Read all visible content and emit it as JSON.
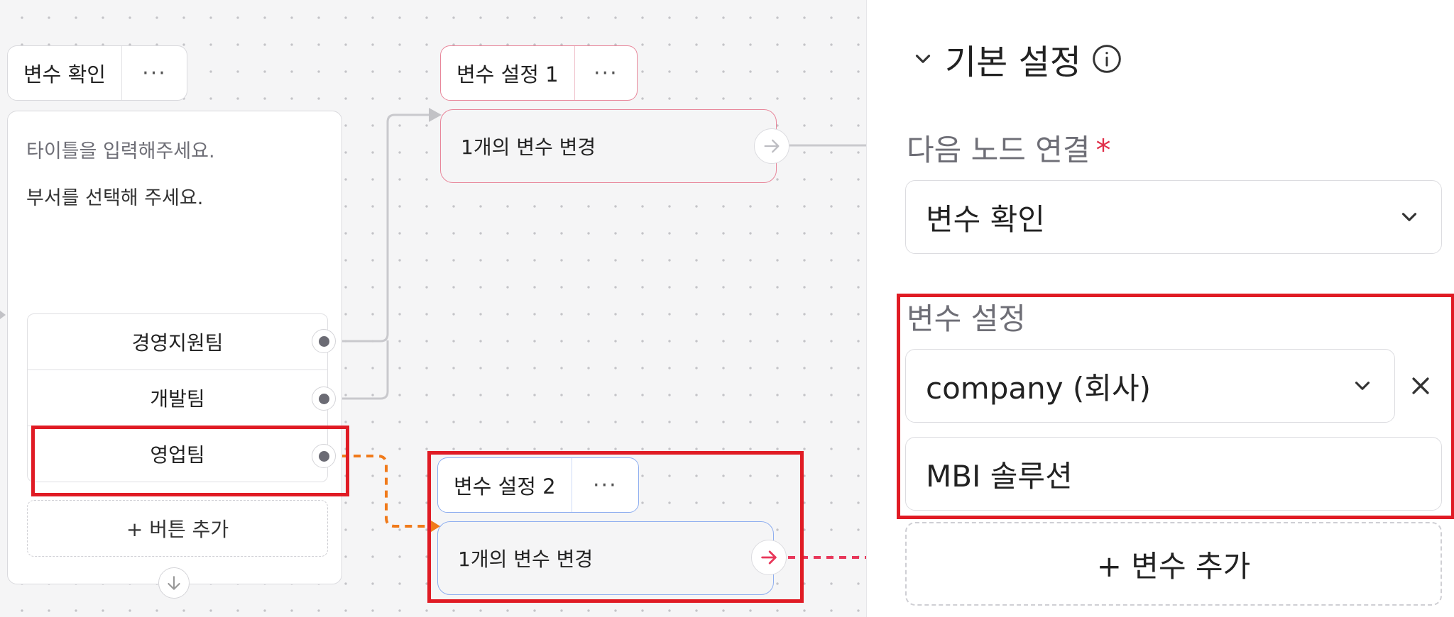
{
  "canvas": {
    "check_node": {
      "tab_label": "변수 확인",
      "more_label": "···",
      "prompt_title": "타이틀을 입력해주세요.",
      "prompt_dept": "부서를 선택해 주세요.",
      "options": [
        "경영지원팀",
        "개발팀",
        "영업팀"
      ],
      "add_button": "+ 버튼 추가"
    },
    "var_node_1": {
      "tab_label": "변수 설정 1",
      "more_label": "···",
      "body": "1개의 변수 변경"
    },
    "var_node_2": {
      "tab_label": "변수 설정 2",
      "more_label": "···",
      "body": "1개의 변수 변경"
    }
  },
  "panel": {
    "section_title": "기본 설정",
    "next_node_label": "다음 노드 연결",
    "required_mark": "*",
    "next_node_value": "변수 확인",
    "var_settings_label": "변수 설정",
    "variable_select": "company (회사)",
    "variable_value": "MBI 솔루션",
    "add_variable": "+ 변수 추가"
  },
  "colors": {
    "highlight": "#e01b24",
    "pink_border": "#e8879b",
    "blue_border": "#8eaef0",
    "orange_wire": "#f07a1a",
    "red_arrow": "#e8375a"
  },
  "icons": [
    "more-icon",
    "arrow-right-icon",
    "arrow-down-icon",
    "chevron-down-icon",
    "info-icon",
    "close-icon"
  ]
}
